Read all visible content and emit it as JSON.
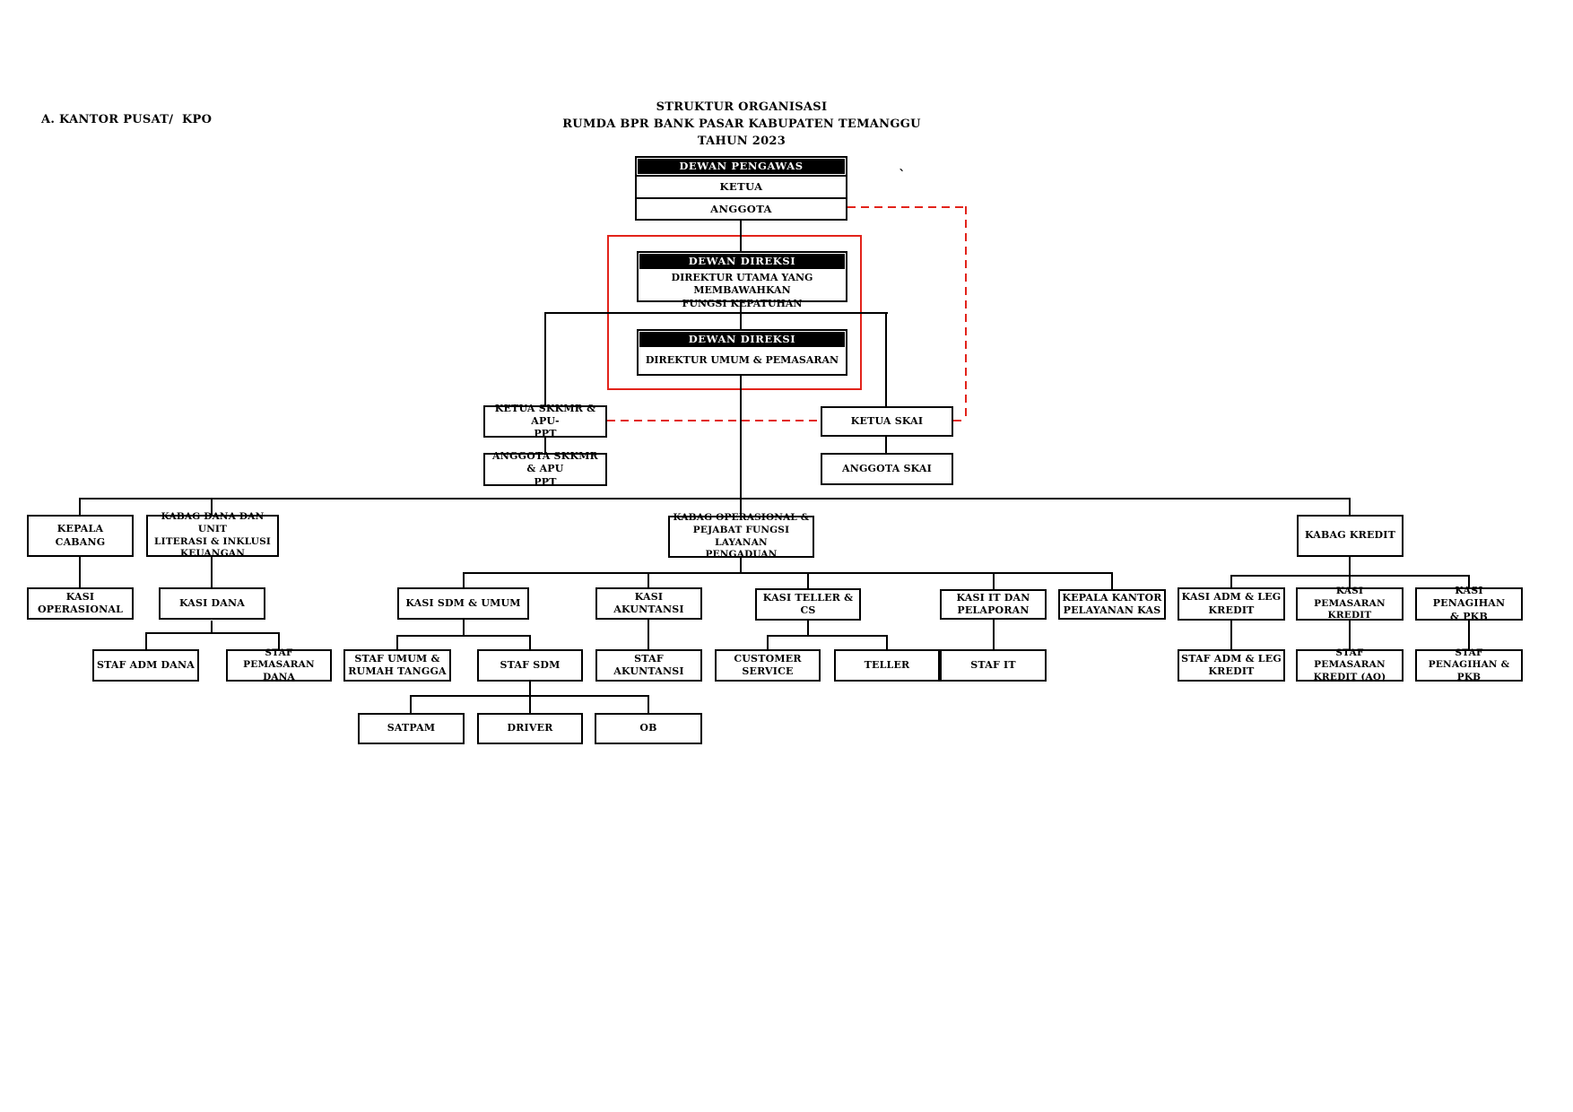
{
  "header": {
    "section_label": "A. KANTOR PUSAT/  KPO",
    "title_lines": [
      "STRUKTUR ORGANISASI",
      "RUMDA BPR BANK PASAR KABUPATEN TEMANGGU",
      "TAHUN 2023"
    ],
    "stray_mark": "`"
  },
  "colors": {
    "background": "#ffffff",
    "line_black": "#000000",
    "accent_red": "#e2231a",
    "header_bg": "#000000",
    "header_text": "#ffffff"
  },
  "boxes": {
    "dewan_pengawas": {
      "header": "DEWAN PENGAWAS",
      "row_ketua": "KETUA",
      "row_anggota": "ANGGOTA"
    },
    "direksi_utama": {
      "header": "DEWAN DIREKSI",
      "title": "DIREKTUR UTAMA  YANG MEMBAWAHKAN\nFUNGSI KEPATUHAN"
    },
    "direksi_umum": {
      "header": "DEWAN DIREKSI",
      "title": "DIREKTUR  UMUM & PEMASARAN"
    },
    "ketua_skkmr": "KETUA SKKMR & APU-\nPPT",
    "anggota_skkmr": "ANGGOTA SKKMR & APU\nPPT",
    "ketua_skai": "KETUA  SKAI",
    "anggota_skai": "ANGGOTA  SKAI",
    "kepala_cabang": "KEPALA CABANG",
    "kasi_operasional": "KASI\nOPERASIONAL",
    "kabag_dana": "KABAG DANA DAN UNIT\nLITERASI & INKLUSI\nKEUANGAN",
    "kasi_dana": "KASI DANA",
    "staf_adm_dana": "STAF ADM DANA",
    "staf_pemasaran_dana": "STAF PEMASARAN\nDANA",
    "kabag_operasional": "KABAG OPERASIONAL &\nPEJABAT FUNGSI LAYANAN\nPENGADUAN",
    "kasi_sdm_umum": "KASI SDM & UMUM",
    "staf_umum_rt": "STAF UMUM &\nRUMAH TANGGA",
    "staf_sdm": "STAF SDM",
    "satpam": "SATPAM",
    "driver": "DRIVER",
    "ob": "OB",
    "kasi_akuntansi": "KASI AKUNTANSI",
    "staf_akuntansi": "STAF  AKUNTANSI",
    "kasi_teller_cs": "KASI  TELLER  &\nCS",
    "customer_service": "CUSTOMER\nSERVICE",
    "teller": "TELLER",
    "kasi_it": "KASI IT DAN\nPELAPORAN",
    "staf_it": "STAF  IT",
    "kepala_kantor_kas": "KEPALA KANTOR\nPELAYANAN KAS",
    "kabag_kredit": "KABAG KREDIT",
    "kasi_adm_leg_kredit": "KASI ADM & LEG\nKREDIT",
    "staf_adm_leg_kredit": "STAF ADM & LEG\nKREDIT",
    "kasi_pemasaran_kredit": "KASI PEMASARAN\nKREDIT",
    "staf_pemasaran_kredit": "STAF PEMASARAN\nKREDIT (AO)",
    "kasi_penagihan_pkb": "KASI  PENAGIHAN\n&  PKB",
    "staf_penagihan_pkb": "STAF PENAGIHAN &\nPKB"
  }
}
